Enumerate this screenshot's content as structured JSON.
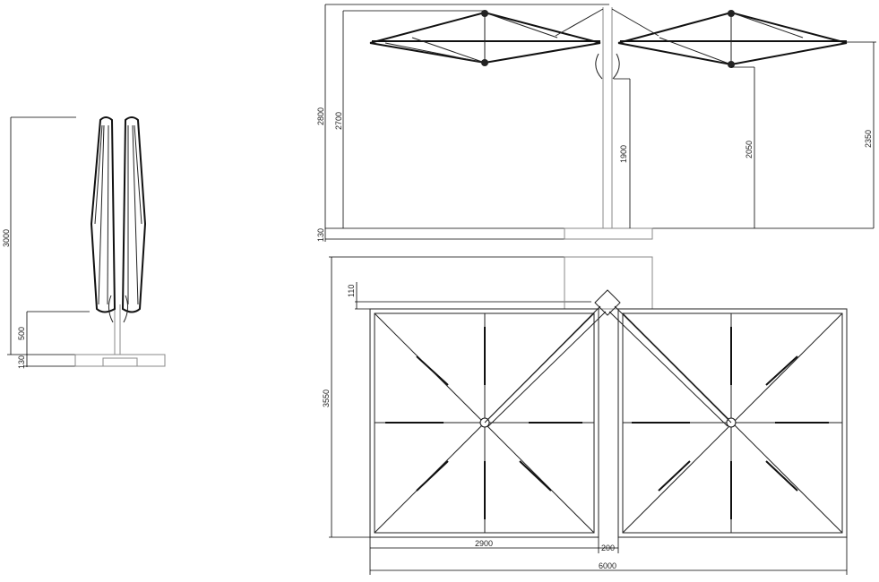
{
  "side_view": {
    "overall_height": "3000",
    "clearance_height": "500",
    "base_height": "130"
  },
  "front_view": {
    "overall_height": "2800",
    "canopy_height": "2700",
    "base_height": "130",
    "arm_height": "1900",
    "edge_height": "2050",
    "canopy_top_height": "2350"
  },
  "top_view": {
    "base_offset": "110",
    "depth": "3550",
    "canopy_width": "2900",
    "gap": "200",
    "overall_width": "6000"
  }
}
